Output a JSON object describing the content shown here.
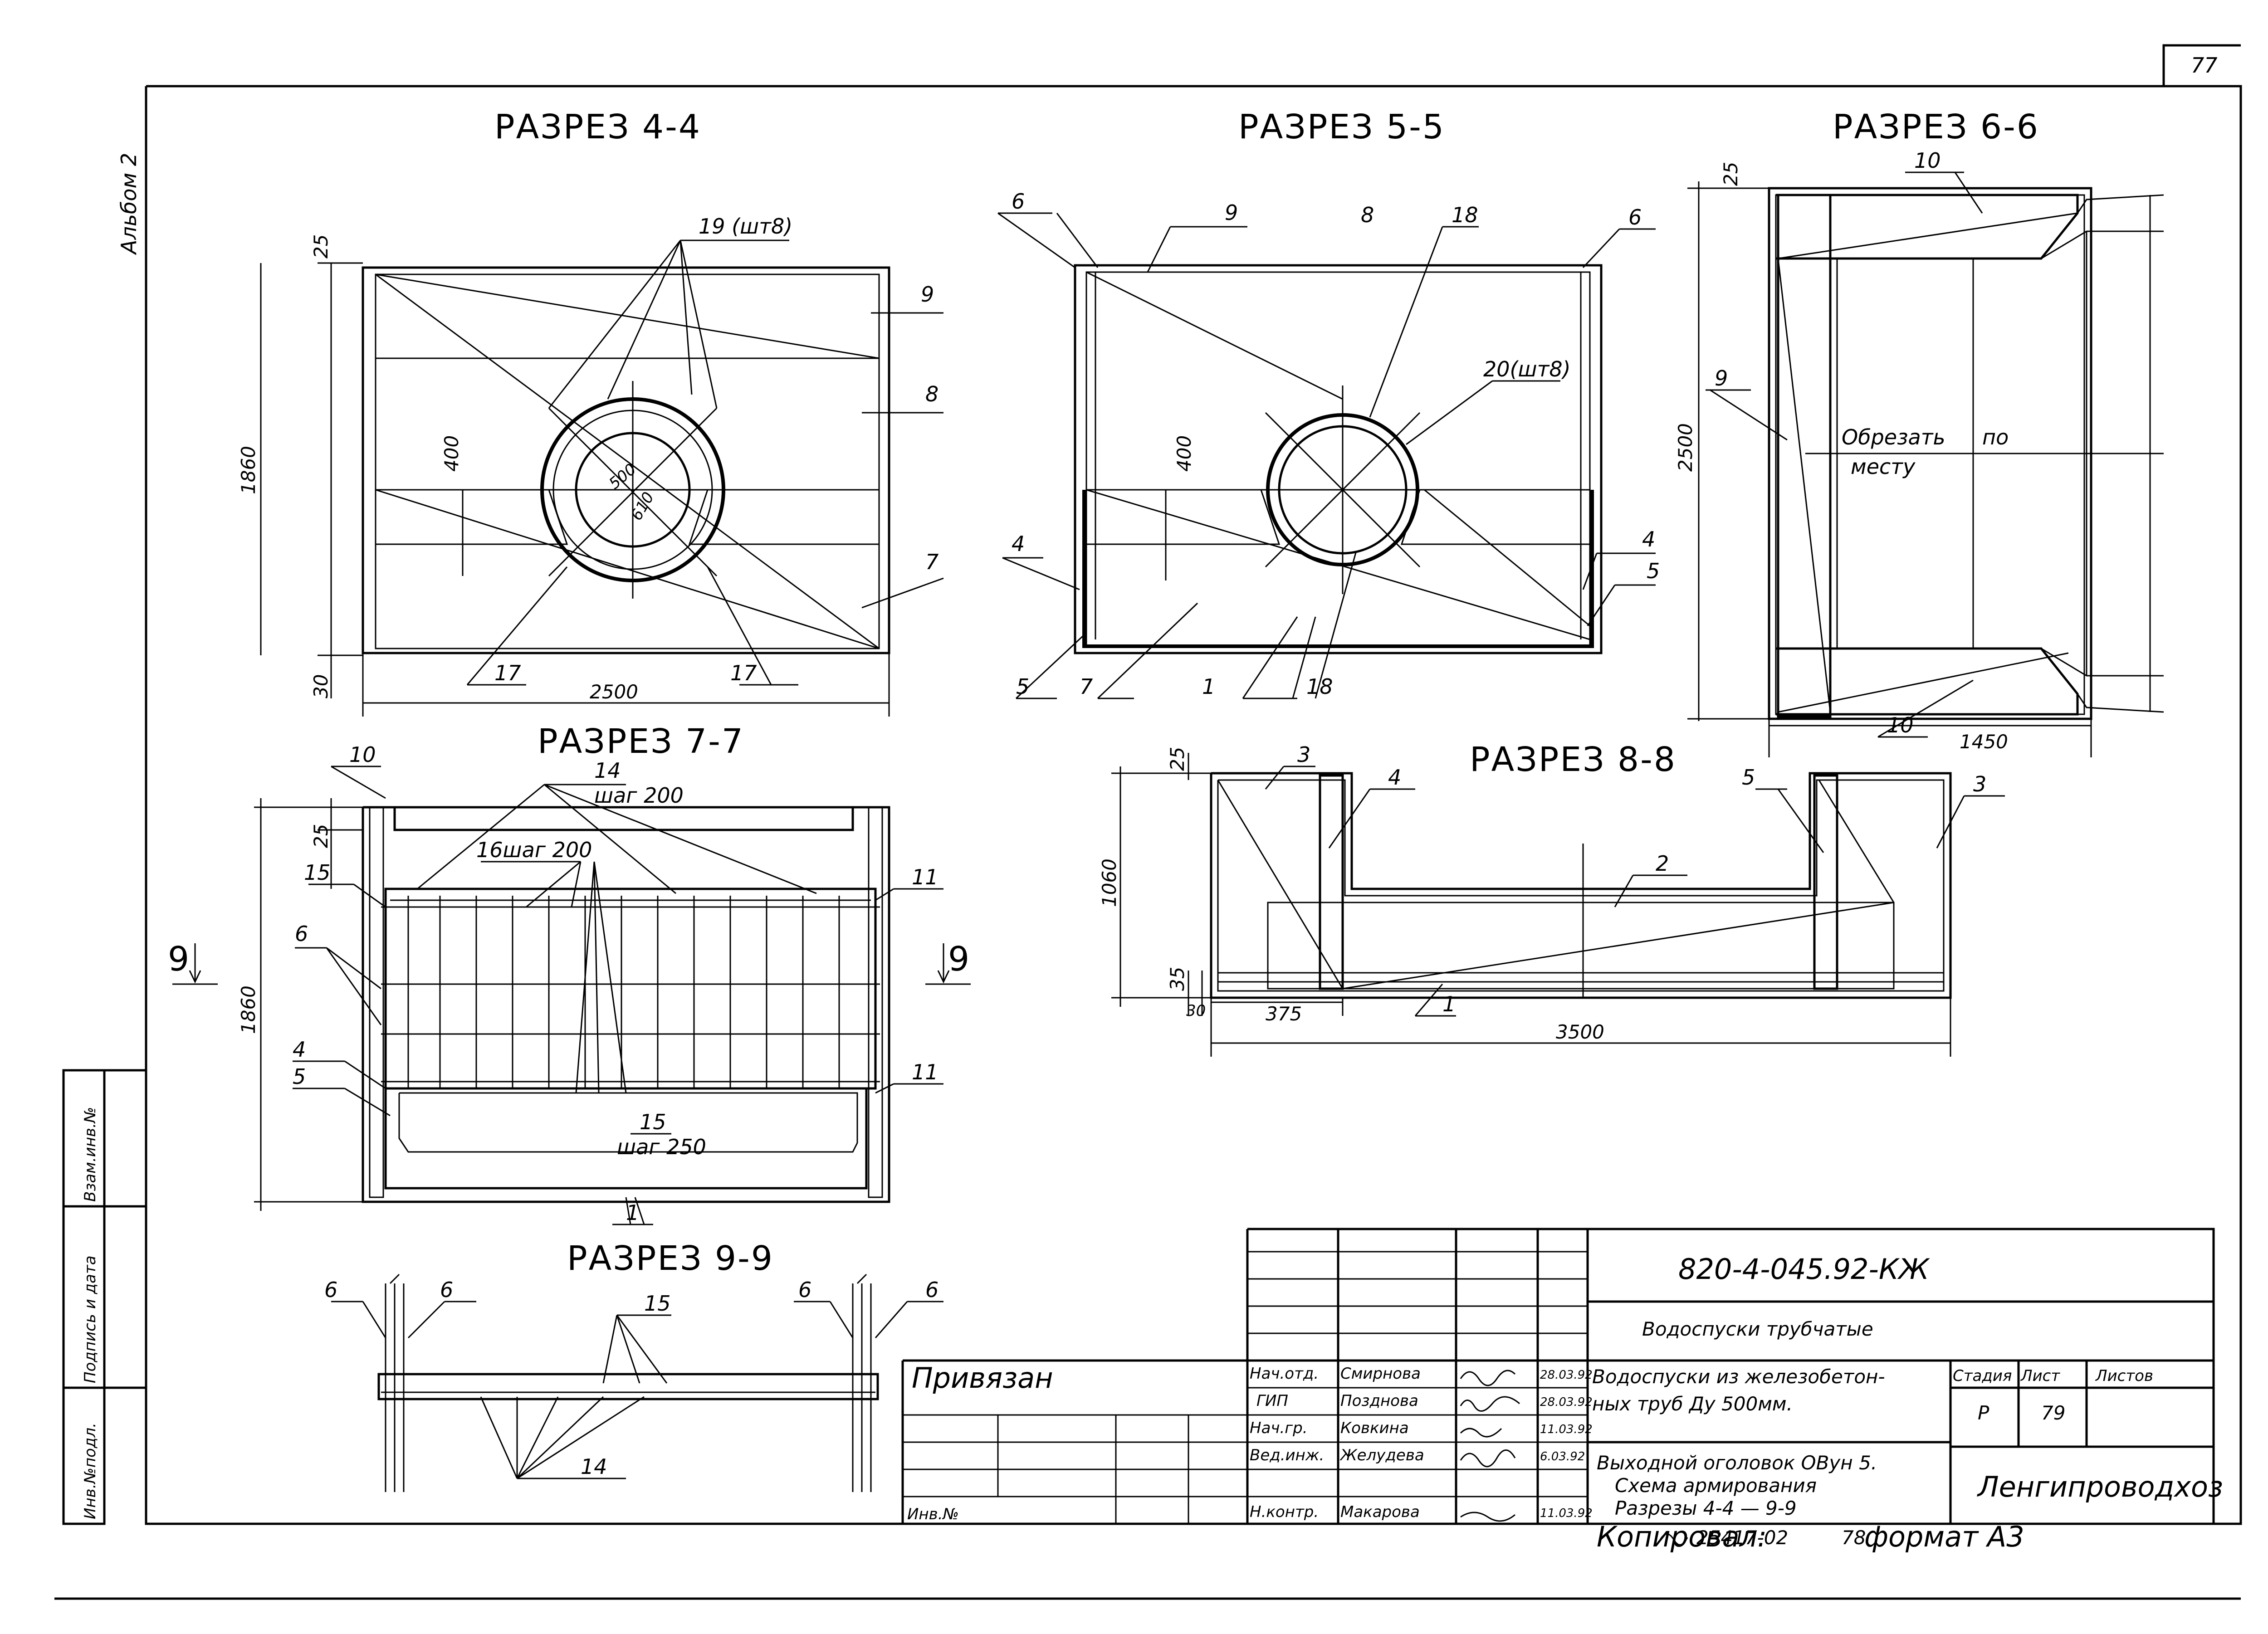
{
  "sheet_number": "77",
  "album": "Альбом 2",
  "sections": {
    "s44": {
      "title": "РАЗРЕЗ 4-4",
      "labels": [
        "19 (шт8)",
        "9",
        "8",
        "7",
        "17",
        "17",
        "400",
        "500",
        "610"
      ],
      "dims": {
        "top": "25",
        "height": "1860",
        "bottom": "30",
        "width": "2500"
      }
    },
    "s55": {
      "title": "РАЗРЕЗ 5-5",
      "labels": [
        "6",
        "9",
        "8",
        "18",
        "6",
        "20(шт8)",
        "4",
        "4",
        "5",
        "5",
        "7",
        "1",
        "18",
        "400"
      ]
    },
    "s66": {
      "title": "РАЗРЕЗ 6-6",
      "labels": [
        "10",
        "9",
        "10"
      ],
      "note_line1": "Обрезать",
      "note_word2": "по",
      "note_line2": "месту",
      "dims": {
        "top": "25",
        "height": "2500",
        "width": "1450"
      }
    },
    "s77": {
      "title": "РАЗРЕЗ 7-7",
      "labels": [
        "10",
        "14",
        "шаг 200",
        "16шаг 200",
        "15",
        "11",
        "6",
        "9",
        "9",
        "4",
        "5",
        "11",
        "15",
        "шаг 250",
        "1"
      ],
      "dims": {
        "top": "25",
        "height": "1860"
      }
    },
    "s88": {
      "title": "РАЗРЕЗ 8-8",
      "labels": [
        "3",
        "4",
        "5",
        "3",
        "2",
        "1"
      ],
      "dims": {
        "top": "25",
        "height": "1060",
        "d35": "35",
        "d30": "30",
        "d375": "375",
        "width": "3500"
      }
    },
    "s99": {
      "title": "РАЗРЕЗ 9-9",
      "labels": [
        "6",
        "6",
        "15",
        "6",
        "6",
        "14"
      ]
    }
  },
  "left_stamp": {
    "col1": "Инв.№подл.",
    "col2": "Подпись и дата",
    "col3": "Взам.инв.№"
  },
  "title_block": {
    "code": "820-4-045.92-КЖ",
    "project": "Водоспуски трубчатые",
    "privyazan": "Привязан",
    "inv": "Инв.№",
    "desc1_l1": "Водоспуски из железобетон-",
    "desc1_l2": "ных труб Ду 500мм.",
    "desc2_l1": "Выходной оголовок ОВун 5.",
    "desc2_l2": "Схема армирования",
    "desc2_l3": "Разрезы 4-4 — 9-9",
    "stage_h": "Стадия",
    "sheet_h": "Лист",
    "sheets_h": "Листов",
    "stage": "Р",
    "sheet": "79",
    "org": "Ленгипроводхоз",
    "rows": [
      {
        "role": "Нач.отд.",
        "name": "Смирнова",
        "date": "28.03.92"
      },
      {
        "role": "ГИП",
        "name": "Позднова",
        "date": "28.03.92"
      },
      {
        "role": "Нач.гр.",
        "name": "Ковкина",
        "date": "11.03.92"
      },
      {
        "role": "Вед.инж.",
        "name": "Желудева",
        "date": "6.03.92"
      },
      {
        "role": "Н.контр.",
        "name": "Макарова",
        "date": "11.03.92"
      }
    ],
    "copied_label": "Копировал:",
    "copied_num": "25417-02",
    "copied_num2": "78",
    "format": "формат А3"
  }
}
